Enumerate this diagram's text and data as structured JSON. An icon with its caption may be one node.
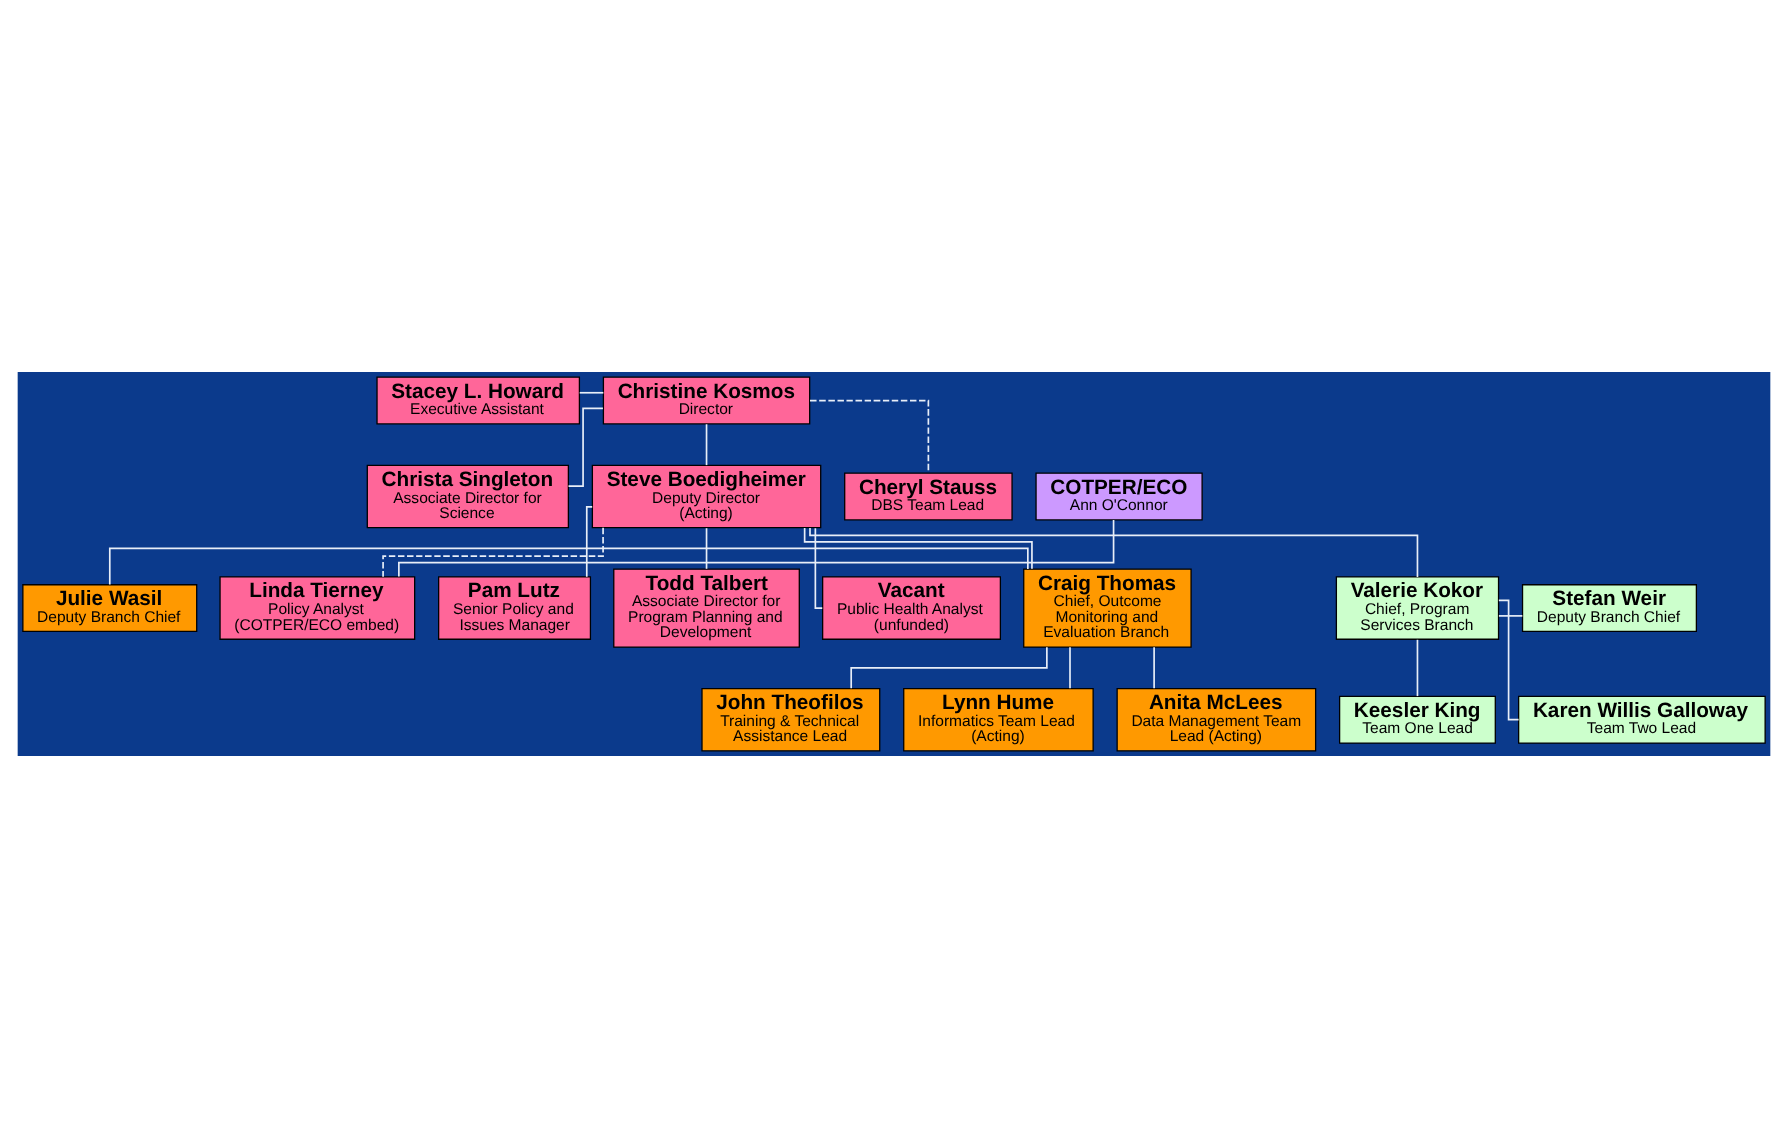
{
  "diagram": {
    "nodes": [
      {
        "text": [
          "Christine Kosmos",
          "Director"
        ]
      },
      {
        "text": [
          "Stacey L. Howard",
          "Executive Assistant"
        ]
      },
      {
        "text": [
          "Christa Singleton",
          "Associate Director for Science"
        ]
      },
      {
        "text": [
          "Steve Boedigheimer",
          "Deputy Director (Acting)"
        ]
      },
      {
        "text": [
          "Cheryl Stauss",
          "DBS Team Lead"
        ]
      },
      {
        "text": [
          "COTPER/ECO",
          "Ann O'Connor"
        ]
      },
      {
        "text": [
          "Linda Tierney",
          "Policy Analyst (COTPER/ECO embed)"
        ]
      },
      {
        "text": [
          "Pam Lutz",
          "Senior Policy and Issues Manager"
        ]
      },
      {
        "text": [
          "Todd Talbert",
          "Associate Director for Program Planning and Development"
        ]
      },
      {
        "text": [
          "Vacant",
          "Public Health Analyst (unfunded)"
        ]
      },
      {
        "text": [
          "Craig Thomas",
          "Chief, Outcome Monitoring and Evaluation Branch"
        ]
      },
      {
        "text": [
          "Julie Wasil",
          "Deputy Branch Chief"
        ]
      },
      {
        "text": [
          "Valerie Kokor",
          "Chief, Program Services Branch"
        ]
      },
      {
        "text": [
          "Stefan Weir",
          "Deputy Branch Chief"
        ]
      },
      {
        "text": [
          "John Theofilos",
          "Training & Technical Assistance Lead"
        ]
      },
      {
        "text": [
          "Lynn Hume",
          "Informatics Team Lead  (Acting)"
        ]
      },
      {
        "text": [
          "Anita McLees",
          "Data Management Team Lead (Acting)"
        ]
      },
      {
        "text": [
          "Keesler King",
          "Team One Lead"
        ]
      },
      {
        "text": [
          "Karen Willis Galloway",
          "Team Two Lead"
        ]
      }
    ],
    "edges": [
      {
        "from": 1,
        "to": 0,
        "arrow": "none"
      },
      {
        "from": 0,
        "to": 2,
        "arrow": "none"
      },
      {
        "from": 0,
        "to": 3,
        "arrow": "none"
      },
      {
        "from": 0,
        "to": 4,
        "arrow": "none",
        "style": "dashed"
      },
      {
        "from": 5,
        "to": 6,
        "arrow": "none"
      },
      {
        "from": 3,
        "to": 6,
        "arrow": "none",
        "style": "dashed"
      },
      {
        "from": 3,
        "to": 7,
        "arrow": "none"
      },
      {
        "from": 3,
        "to": 8,
        "arrow": "none"
      },
      {
        "from": 3,
        "to": 9,
        "arrow": "none"
      },
      {
        "from": 3,
        "to": 10,
        "arrow": "none"
      },
      {
        "from": 3,
        "to": 12,
        "arrow": "none"
      },
      {
        "from": 11,
        "to": 10,
        "arrow": "none"
      },
      {
        "from": 12,
        "to": 13,
        "arrow": "none"
      },
      {
        "from": 10,
        "to": 14,
        "arrow": "none"
      },
      {
        "from": 10,
        "to": 15,
        "arrow": "none"
      },
      {
        "from": 10,
        "to": 16,
        "arrow": "none"
      },
      {
        "from": 12,
        "to": 17,
        "arrow": "none"
      },
      {
        "from": 12,
        "to": 18,
        "arrow": "none"
      }
    ]
  }
}
